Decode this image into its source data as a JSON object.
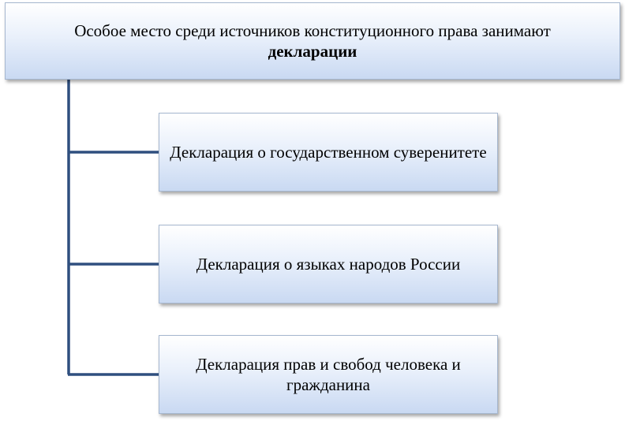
{
  "diagram": {
    "root": {
      "text": "Особое место среди источников конституционного права занимают",
      "emphasis": "декларации"
    },
    "children": [
      {
        "label": "Декларация о государственном суверенитете"
      },
      {
        "label": "Декларация о языках народов России"
      },
      {
        "label": "Декларация прав и свобод человека и гражданина"
      }
    ],
    "connector_color": "#2f4f7f",
    "box_border_color": "#a6b7cf",
    "box_gradient": [
      "#ffffff",
      "#c9d9f2"
    ]
  }
}
